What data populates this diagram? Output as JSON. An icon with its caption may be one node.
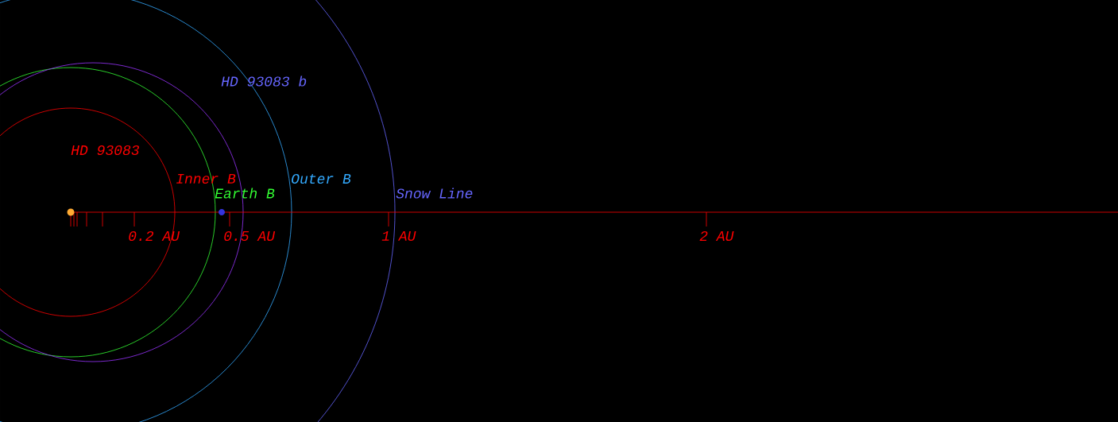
{
  "diagram": {
    "labels": [
      "HD 93083 b",
      "HD 93083",
      "Inner B",
      "Outer B",
      "Earth B",
      "Snow Line",
      "0.2 AU",
      "0.5 AU",
      "1 AU",
      "2 AU"
    ]
  }
}
